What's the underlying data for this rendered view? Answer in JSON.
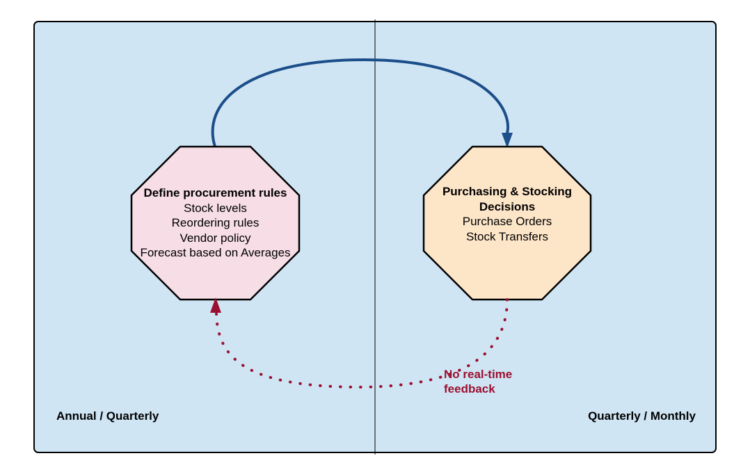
{
  "colors": {
    "background": "#cfe5f4",
    "left_octagon_fill": "#f6dde6",
    "right_octagon_fill": "#fde5c8",
    "forward_arrow": "#1c4e8a",
    "feedback_arrow": "#9b1030"
  },
  "left_node": {
    "title": "Define procurement rules",
    "lines": [
      "Stock levels",
      "Reordering rules",
      "Vendor policy",
      "Forecast based on Averages"
    ]
  },
  "right_node": {
    "title_lines": [
      "Purchasing & Stocking",
      "Decisions"
    ],
    "lines": [
      "Purchase Orders",
      "Stock Transfers"
    ]
  },
  "feedback": {
    "label_lines": [
      "No real-time",
      "feedback"
    ]
  },
  "lanes": {
    "left": "Annual / Quarterly",
    "right": "Quarterly / Monthly"
  }
}
